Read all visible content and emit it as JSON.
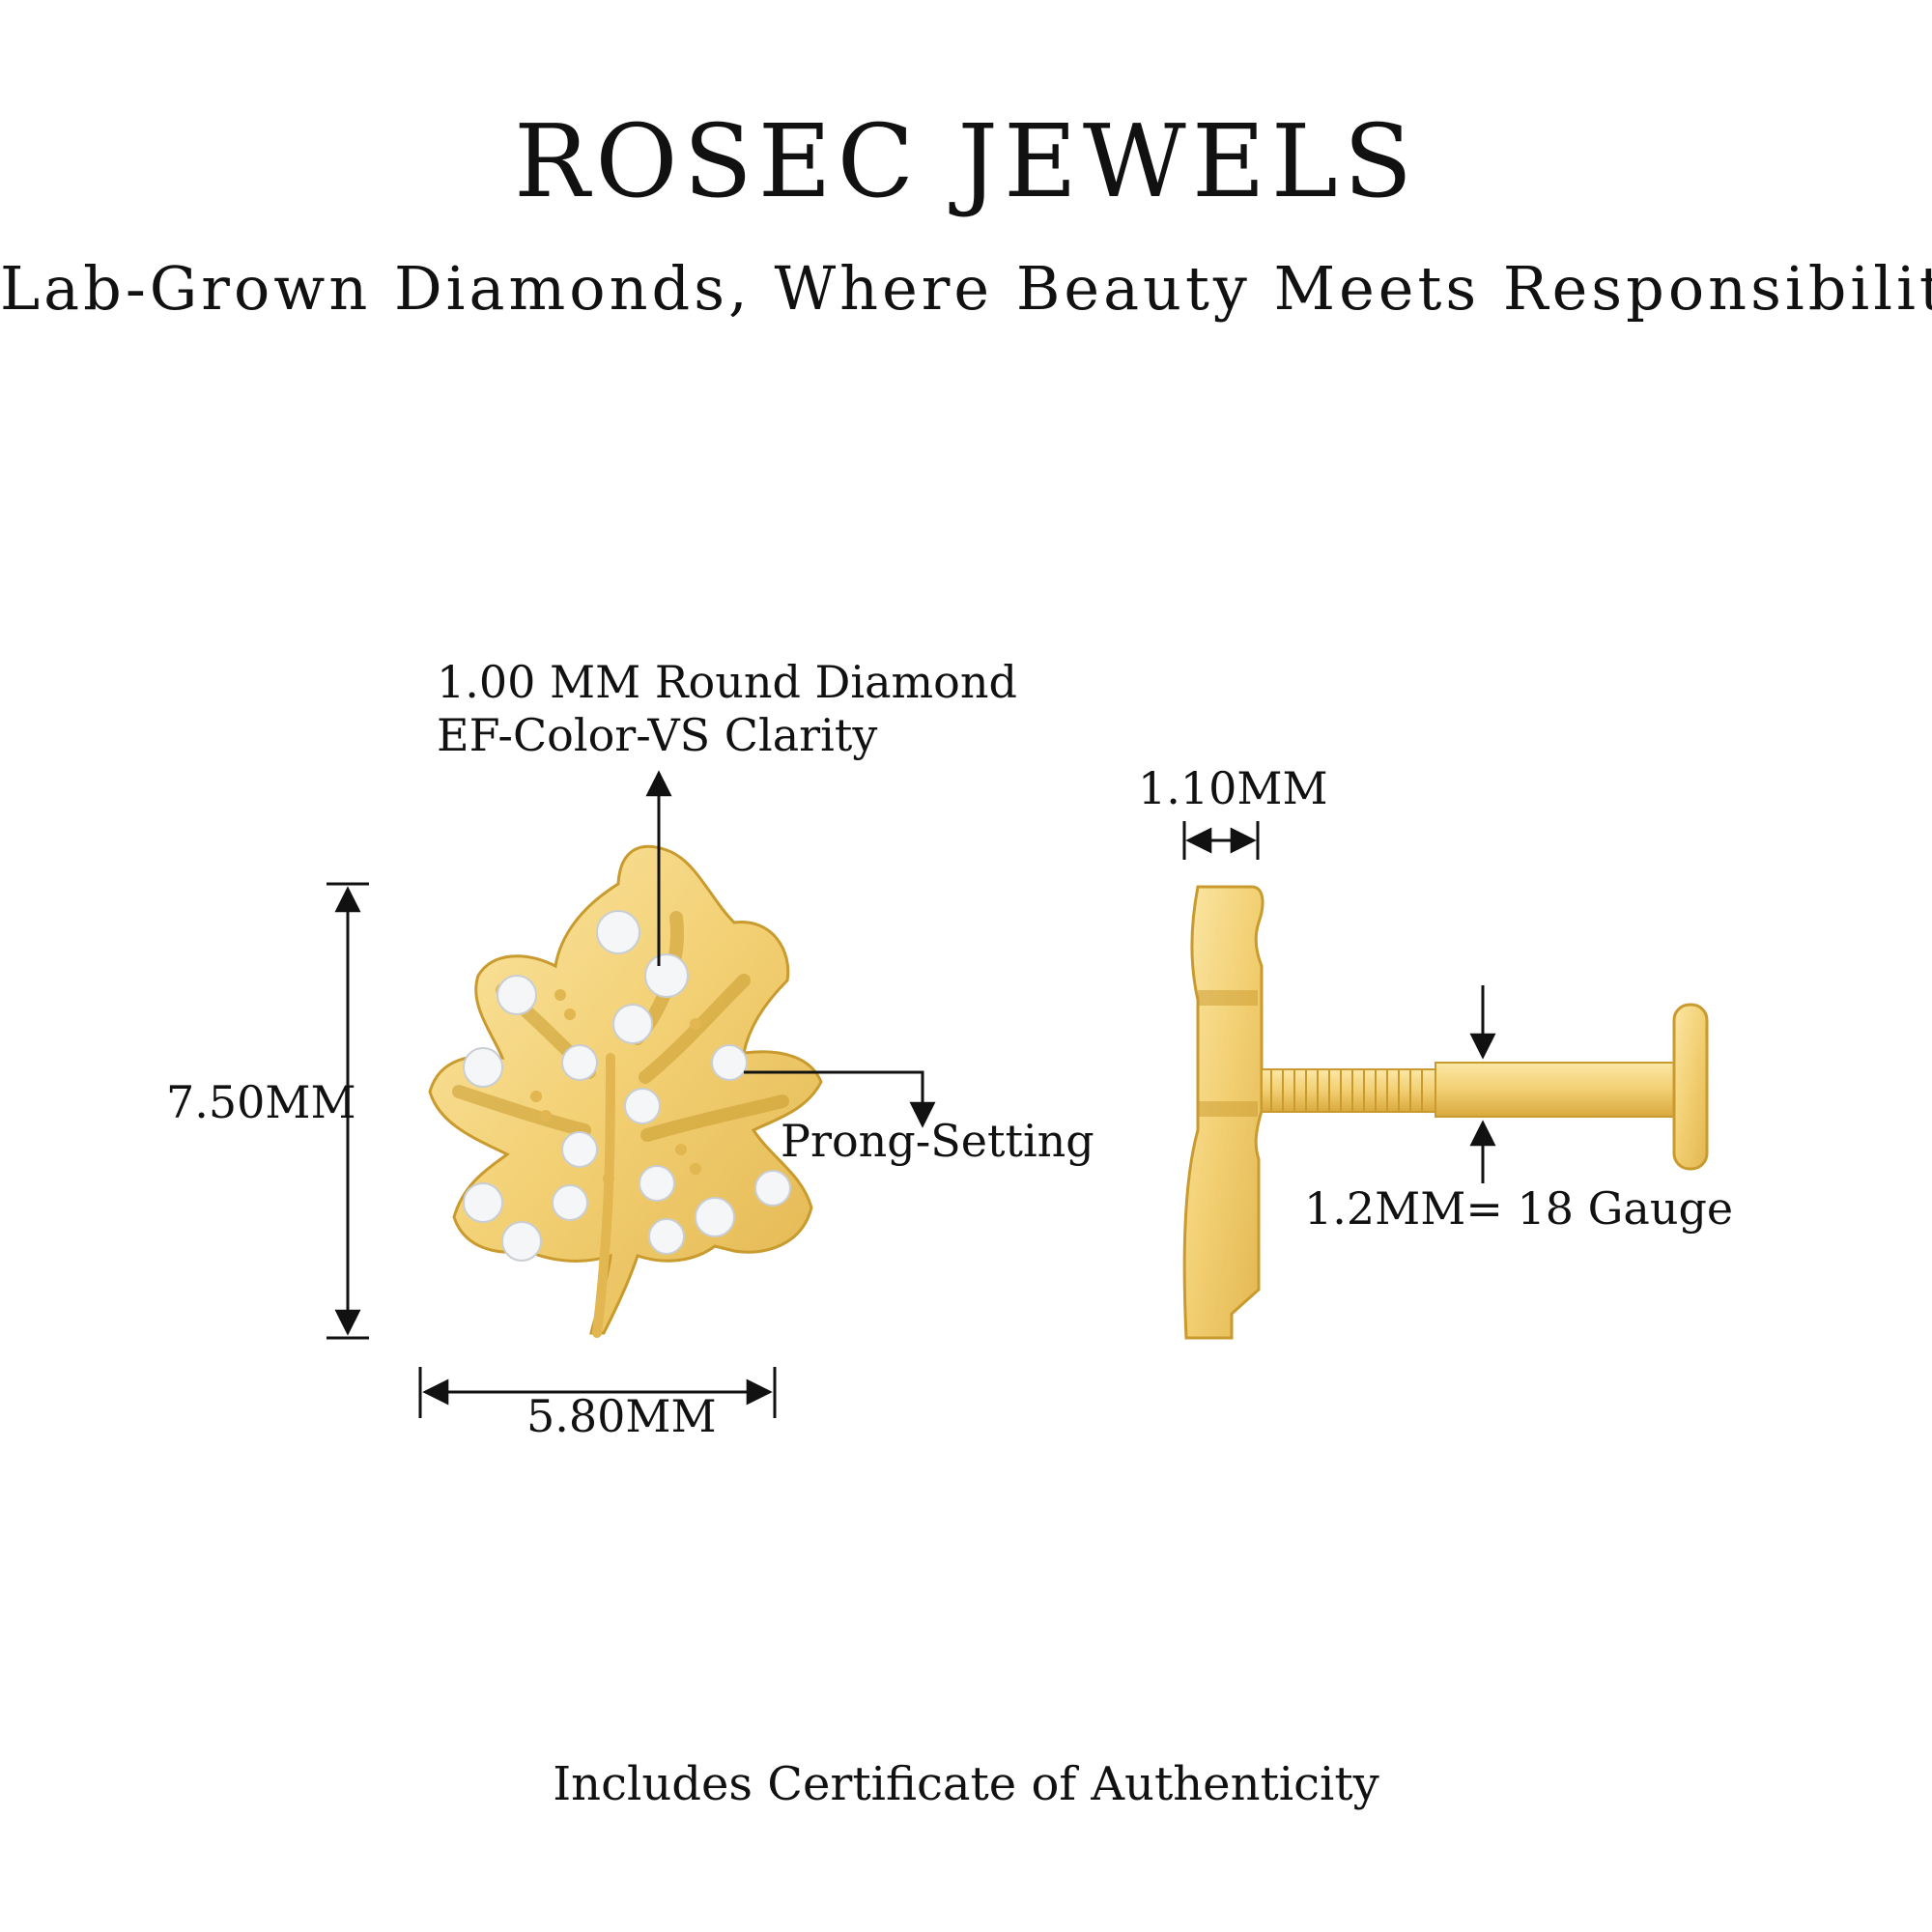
{
  "header": {
    "brand": "ROSEC JEWELS",
    "tagline": "Lab-Grown Diamonds, Where Beauty Meets Responsibility"
  },
  "annotations": {
    "diamond_line1": "1.00 MM Round Diamond",
    "diamond_line2": "EF-Color-VS Clarity",
    "setting": "Prong-Setting",
    "height": "7.50MM",
    "width": "5.80MM",
    "head_thickness": "1.10MM",
    "gauge": "1.2MM=  18 Gauge"
  },
  "footer": {
    "certificate": "Includes Certificate of Authenticity"
  },
  "colors": {
    "gold": "#F2CF72",
    "gold_light": "#FBE7A6",
    "gold_dark": "#C99A2E",
    "diamond": "#F4F6F8",
    "line": "#111111"
  }
}
